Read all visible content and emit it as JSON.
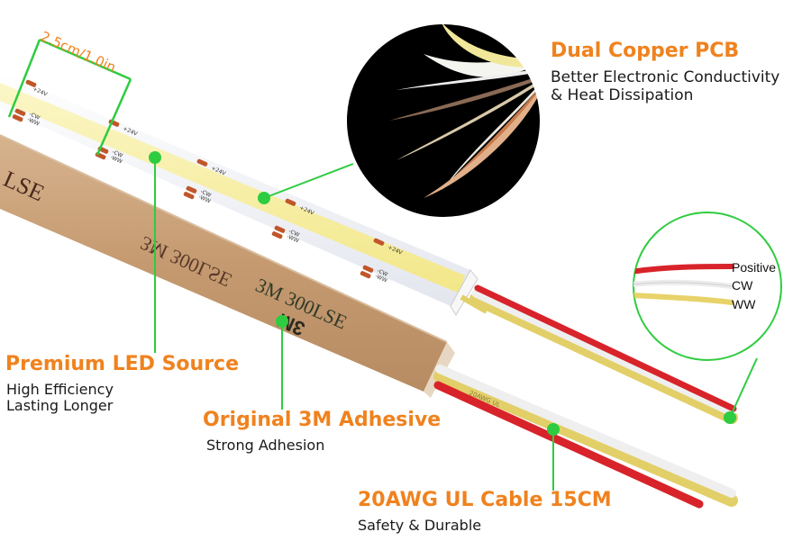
{
  "dimension_label": "2.5cm/1.0in",
  "strip_markings": {
    "plus": "+24V",
    "cw": "-CW",
    "ww": "-WW"
  },
  "tape_text": {
    "brand": "3M",
    "model": "300LSE"
  },
  "features": {
    "pcb": {
      "title": "Dual Copper PCB",
      "line1": "Better Electronic Conductivity",
      "line2": "& Heat Dissipation"
    },
    "led": {
      "title": "Premium LED Source",
      "line1": "High Efficiency",
      "line2": "Lasting Longer"
    },
    "adhesive": {
      "title": "Original 3M Adhesive",
      "line1": "Strong Adhesion"
    },
    "cable": {
      "title": "20AWG UL Cable 15CM",
      "line1": "Safety & Durable"
    }
  },
  "wire_legend": {
    "positive": "Positive",
    "cw": "CW",
    "ww": "WW"
  },
  "colors": {
    "accent_orange": "#f0821e",
    "callout_green": "#2ecc40",
    "wire_red": "#d8232a",
    "wire_white": "#ececec",
    "wire_yellow": "#e8d36a",
    "tape_brown": "#c9a27c",
    "strip_white": "#f4f5f8",
    "led_yellow": "#f7ef9a",
    "pad_copper": "#c0562a"
  }
}
